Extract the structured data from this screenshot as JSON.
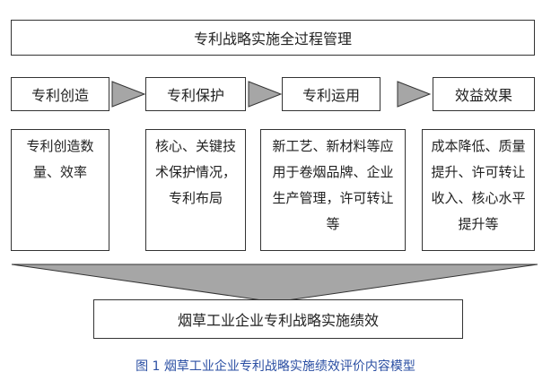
{
  "title": "专利战略实施全过程管理",
  "stages": [
    {
      "label": "专利创造",
      "detail": "专利创造数量、效率"
    },
    {
      "label": "专利保护",
      "detail": "核心、关键技术保护情况，专利布局"
    },
    {
      "label": "专利运用",
      "detail": "新工艺、新材料等应用于卷烟品牌、企业生产管理，许可转让等"
    },
    {
      "label": "效益效果",
      "detail": "成本降低、质量提升、许可转让收入、核心水平提升等"
    }
  ],
  "outcome": "烟草工业企业专利战略实施绩效",
  "caption": "图 1 烟草工业企业专利战略实施绩效评价内容模型",
  "colors": {
    "arrow_fill": "#a6a6a6",
    "funnel_fill": "#a6a6a6",
    "border": "#333333",
    "caption": "#2b4fa3"
  }
}
